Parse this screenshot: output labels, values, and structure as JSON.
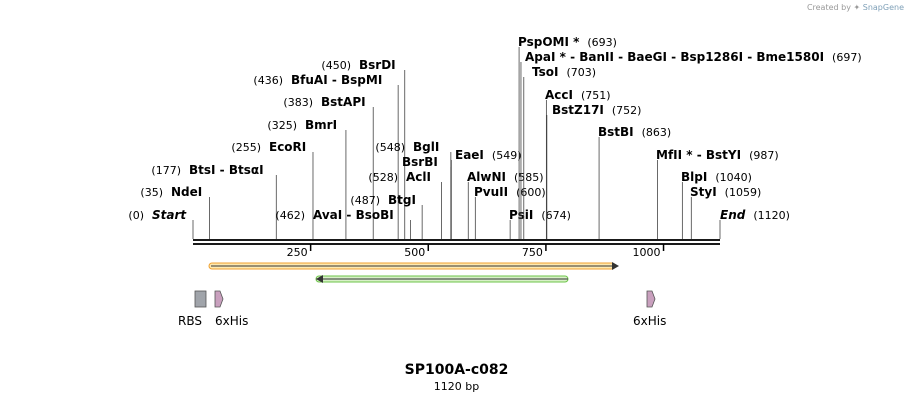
{
  "credit": {
    "prefix": "Created by",
    "brand": "SnapGene"
  },
  "sequence": {
    "name": "SP100A-c082",
    "length_label": "1120 bp",
    "length": 1120
  },
  "ticks": [
    {
      "pos": 250,
      "label": "250"
    },
    {
      "pos": 500,
      "label": "500"
    },
    {
      "pos": 750,
      "label": "750"
    },
    {
      "pos": 1000,
      "label": "1000"
    }
  ],
  "sites": [
    {
      "pos": 0,
      "names": "Start",
      "pos_label": "(0)",
      "style": "italic"
    },
    {
      "pos": 35,
      "names": "NdeI",
      "pos_label": "(35)"
    },
    {
      "pos": 177,
      "names": "BtsI  -  BtsαI",
      "pos_label": "(177)"
    },
    {
      "pos": 255,
      "names": "EcoRI",
      "pos_label": "(255)"
    },
    {
      "pos": 325,
      "names": "BmrI",
      "pos_label": "(325)"
    },
    {
      "pos": 383,
      "names": "BstAPI",
      "pos_label": "(383)"
    },
    {
      "pos": 436,
      "names": "BfuAI  -  BspMI",
      "pos_label": "(436)"
    },
    {
      "pos": 450,
      "names": "BsrDI",
      "pos_label": "(450)"
    },
    {
      "pos": 462,
      "names": "AvaI  -  BsoBI",
      "pos_label": "(462)"
    },
    {
      "pos": 487,
      "names": "BtgI",
      "pos_label": "(487)"
    },
    {
      "pos": 528,
      "names": "AclI",
      "pos_label": "(528)"
    },
    {
      "pos": 548,
      "names": "BglI",
      "pos_label": "(548)"
    },
    {
      "pos": 548,
      "names": "BsrBI",
      "pos_label": ""
    },
    {
      "pos": 549,
      "names": "EaeI",
      "pos_label": "(549)"
    },
    {
      "pos": 585,
      "names": "AlwNI",
      "pos_label": "(585)"
    },
    {
      "pos": 600,
      "names": "PvuII",
      "pos_label": "(600)"
    },
    {
      "pos": 674,
      "names": "PsiI",
      "pos_label": "(674)"
    },
    {
      "pos": 693,
      "names": "PspOMI *",
      "pos_label": "(693)"
    },
    {
      "pos": 697,
      "names": "ApaI *  -  BanII  -  BaeGI  -  Bsp1286I  -  Bme1580I",
      "pos_label": "(697)"
    },
    {
      "pos": 703,
      "names": "TsoI",
      "pos_label": "(703)"
    },
    {
      "pos": 751,
      "names": "AccI",
      "pos_label": "(751)"
    },
    {
      "pos": 752,
      "names": "BstZ17I",
      "pos_label": "(752)"
    },
    {
      "pos": 863,
      "names": "BstBI",
      "pos_label": "(863)"
    },
    {
      "pos": 987,
      "names": "MfII *  -  BstYI",
      "pos_label": "(987)"
    },
    {
      "pos": 1040,
      "names": "BlpI",
      "pos_label": "(1040)"
    },
    {
      "pos": 1059,
      "names": "StyI",
      "pos_label": "(1059)"
    },
    {
      "pos": 1120,
      "names": "End",
      "pos_label": "(1120)",
      "style": "italic"
    }
  ],
  "features": [
    {
      "name": "RBS",
      "type": "rbs"
    },
    {
      "name": "6xHis",
      "type": "tag"
    },
    {
      "name": "6xHis",
      "type": "tag"
    }
  ],
  "colors": {
    "backbone": "#1a1a1a",
    "orf_orange": "#f0a030",
    "orf_orange_fill": "#fde9b0",
    "orf_green": "#6ec54a",
    "orf_green_fill": "#d8f0c8",
    "tag": "#c9a0be",
    "rbs": "#a0a4aa"
  }
}
